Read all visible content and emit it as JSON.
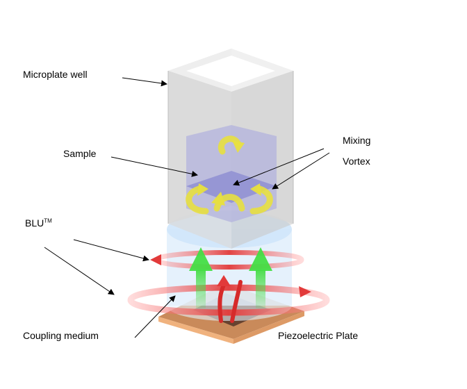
{
  "labels": {
    "microplate_well": "Microplate well",
    "sample": "Sample",
    "mixing": "Mixing",
    "vortex": "Vortex",
    "blu": "BLU",
    "blu_tm": "TM",
    "coupling_medium": "Coupling medium",
    "piezoelectric_plate": "Piezoelectric Plate"
  },
  "colors": {
    "well_wall": "#d9d9d9",
    "sample": "#b8b8e0",
    "vortex_arrow": "#e8e040",
    "coupling_medium": "#cfe6fb",
    "acoustic_arrow": "#e23a3a",
    "flow_arrow": "#44dd44",
    "piezo_plate": "#e3a06a"
  }
}
